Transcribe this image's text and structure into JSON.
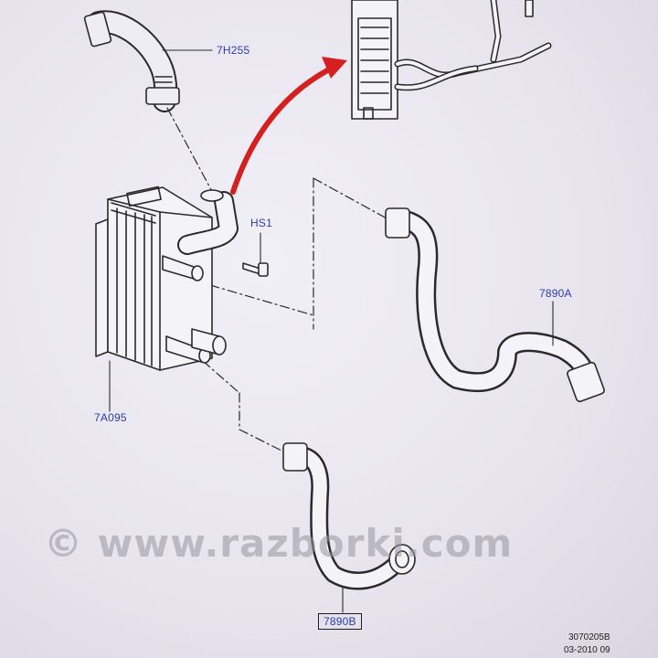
{
  "callouts": {
    "hose_upper": "7H255",
    "bolt": "HS1",
    "hose_right": "7890A",
    "oil_cooler": "7A095",
    "hose_lower": "7890B"
  },
  "document": {
    "illustration_number": "3070205B",
    "date_code": "03-2010 09"
  },
  "watermark": {
    "text": "© www.razborki.com"
  },
  "colors": {
    "callout_text": "#2b3cae",
    "arrow": "#d42020",
    "line_art": "#2a2a2a"
  }
}
